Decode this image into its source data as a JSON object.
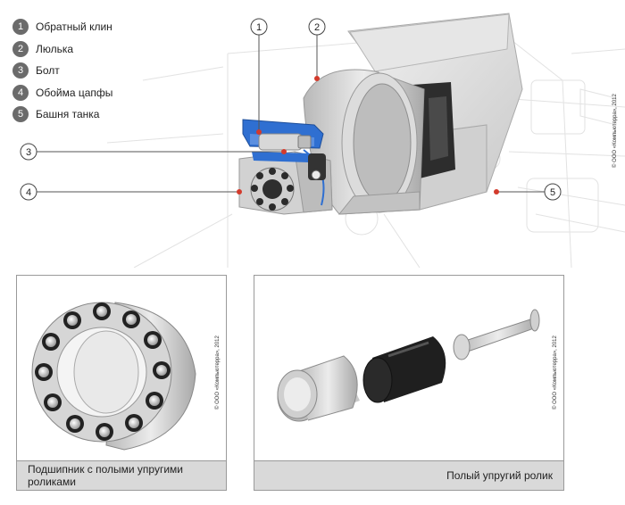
{
  "legend": [
    {
      "num": "1",
      "label": "Обратный клин"
    },
    {
      "num": "2",
      "label": "Люлька"
    },
    {
      "num": "3",
      "label": "Болт"
    },
    {
      "num": "4",
      "label": "Обойма цапфы"
    },
    {
      "num": "5",
      "label": "Башня танка"
    }
  ],
  "callouts": {
    "c1": "1",
    "c2": "2",
    "c3": "3",
    "c4": "4",
    "c5": "5"
  },
  "colors": {
    "accent_blue": "#2f6fd1",
    "callout_red": "#d33a2c",
    "badge_gray": "#6b6b6b"
  },
  "copyright": "© ООО «Компьютерра», 2012",
  "panel_left": {
    "caption": "Подшипник с полыми упругими роликами"
  },
  "panel_right": {
    "caption": "Полый упругий ролик"
  }
}
